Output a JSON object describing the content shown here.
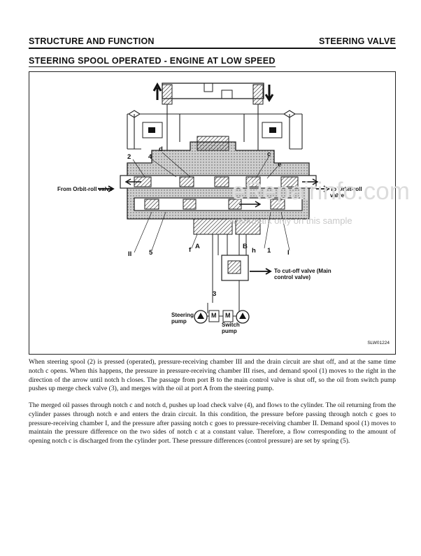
{
  "header": {
    "left": "STRUCTURE AND FUNCTION",
    "right": "STEERING VALVE"
  },
  "section_title": "STEERING SPOOL OPERATED - ENGINE AT LOW SPEED",
  "figure": {
    "labels": {
      "from_orbit": "From Orbit-roll valve",
      "to_orbit": "To Orbit-roll valve",
      "to_cutoff": "To cut-off valve (Main control valve)",
      "steering_pump": "Steering pump",
      "switch_pump": "Switch pump"
    },
    "callouts": {
      "n2": "2",
      "n4": "4",
      "d_top": "d",
      "c_top": "c",
      "e": "e",
      "roman2": "II",
      "n5": "5",
      "f": "f",
      "A": "A",
      "B": "B",
      "h": "h",
      "n1": "1",
      "roman1": "I",
      "n3": "3",
      "M1": "M",
      "M2": "M"
    },
    "code": "SLW01224",
    "watermark_large": "eRepairinfo.com",
    "watermark_small": "watermark only on this sample"
  },
  "paragraphs": {
    "p1": "When steering spool (2) is pressed (operated), pressure-receiving chamber III and the drain circuit are shut off, and at the same time notch c opens. When this happens, the pressure in pressure-receiving chamber III rises, and demand spool (1) moves to the right in the direction of the arrow until notch h closes. The passage from port B to the main control valve is shut off, so the oil from switch pump pushes up merge check valve (3), and merges with the oil at port A from the steering pump.",
    "p2": "The merged oil passes through notch c and notch d, pushes up load check valve (4), and flows to the cylinder. The oil returning from the cylinder passes through notch e and enters the drain circuit. In this condition, the pressure before passing through notch c goes to pressure-receiving chamber I, and the pressure after passing notch c goes to pressure-receiving chamber II. Demand spool (1) moves to maintain the pressure difference on the two sides of notch c at a constant value. Therefore, a flow corresponding to the amount of opening notch c is discharged from the cylinder port. These pressure differences (control pressure) are set by spring (5)."
  }
}
